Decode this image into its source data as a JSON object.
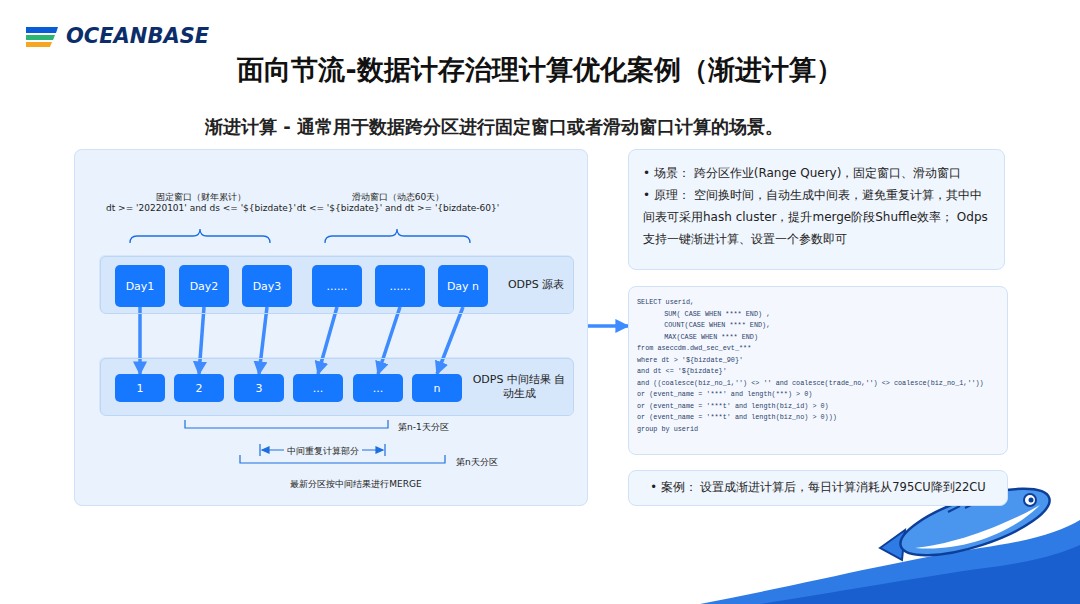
{
  "diagram": {
    "title": "面向节流-数据计存治理计算优化案例（渐进计算）",
    "nodes": [
      {
        "text": [
          "固定窗口（财年累计）",
          "dt >= '20220101' and  ds <= '${bizdate}'",
          "滑动窗口（动态60天）",
          "dt <= '${bizdate}' and dt >= '{bizdate-60}'",
          "第n-1天分区",
          "中间重复计算部分",
          "第n天分区",
          "最新分区按中间结果进行MERGE"
        ]
      },
      {
        "text": [
          "ODPS 源表"
        ],
        "in": 0
      },
      {
        "text": [
          "Day1"
        ],
        "in": 1
      },
      {
        "text": [
          "Day2"
        ],
        "in": 1
      },
      {
        "text": [
          "Day3"
        ],
        "in": 1
      },
      {
        "text": [
          "......"
        ],
        "in": 1
      },
      {
        "text": [
          "......"
        ],
        "in": 1
      },
      {
        "text": [
          "Day n"
        ],
        "in": 1
      },
      {
        "text": [
          "ODPS 中间结果 自动生成"
        ],
        "in": 0
      },
      {
        "text": [
          "1"
        ],
        "in": 8
      },
      {
        "text": [
          "2"
        ],
        "in": 8
      },
      {
        "text": [
          "3"
        ],
        "in": 8
      },
      {
        "text": [
          "..."
        ],
        "in": 8
      },
      {
        "text": [
          "..."
        ],
        "in": 8
      },
      {
        "text": [
          "n"
        ],
        "in": 8
      },
      {
        "text": [
          "• 场景：  跨分区作业(Range Query)，固定窗口、滑动窗口",
          "• 原理：  空间换时间，自动生成中间表，避免重复计算，其中中间表可采用hash cluster，提升merge阶段Shuffle效率； Odps支持一键渐进计算、设置一个参数即可"
        ]
      },
      {
        "text": [
          "SELECT userid,",
          "SUM( CASE WHEN **** END) ,",
          "COUNT(CASE WHEN **** END),",
          "MAX(CASE WHEN **** END)",
          "from aseccdm.dwd_sec_evt_***",
          "where dt > '${bizdate_90}'",
          "and dt <= '${bizdate}'",
          "and ((coalesce(biz_no_1,'') <> '' and coalesce(trade_no,'') <> coalesce(biz_no_1,''))",
          "or (event_name = '***' and length(***) > 0)",
          "or (event_name = '***t' and length(biz_id) > 0)",
          "or (event_name = '***t' and length(biz_no) > 0)))",
          "group by userid"
        ]
      },
      {
        "text": [
          "• 案例：  设置成渐进计算后，每日计算消耗从795CU降到22CU"
        ]
      }
    ],
    "edges": [
      {
        "from": 2,
        "to": 9,
        "arrow": "to"
      },
      {
        "from": 3,
        "to": 10,
        "arrow": "to"
      },
      {
        "from": 4,
        "to": 11,
        "arrow": "to"
      },
      {
        "from": 5,
        "to": 12,
        "arrow": "to"
      },
      {
        "from": 6,
        "to": 13,
        "arrow": "to"
      },
      {
        "from": 7,
        "to": 14,
        "arrow": "to"
      },
      {
        "from": 0,
        "to": 16,
        "arrow": "to"
      }
    ],
    "labels": [
      "OCEANBASE",
      "渐进计算 - 通常用于数据跨分区进行固定窗口或者滑动窗口计算的场景。"
    ]
  }
}
